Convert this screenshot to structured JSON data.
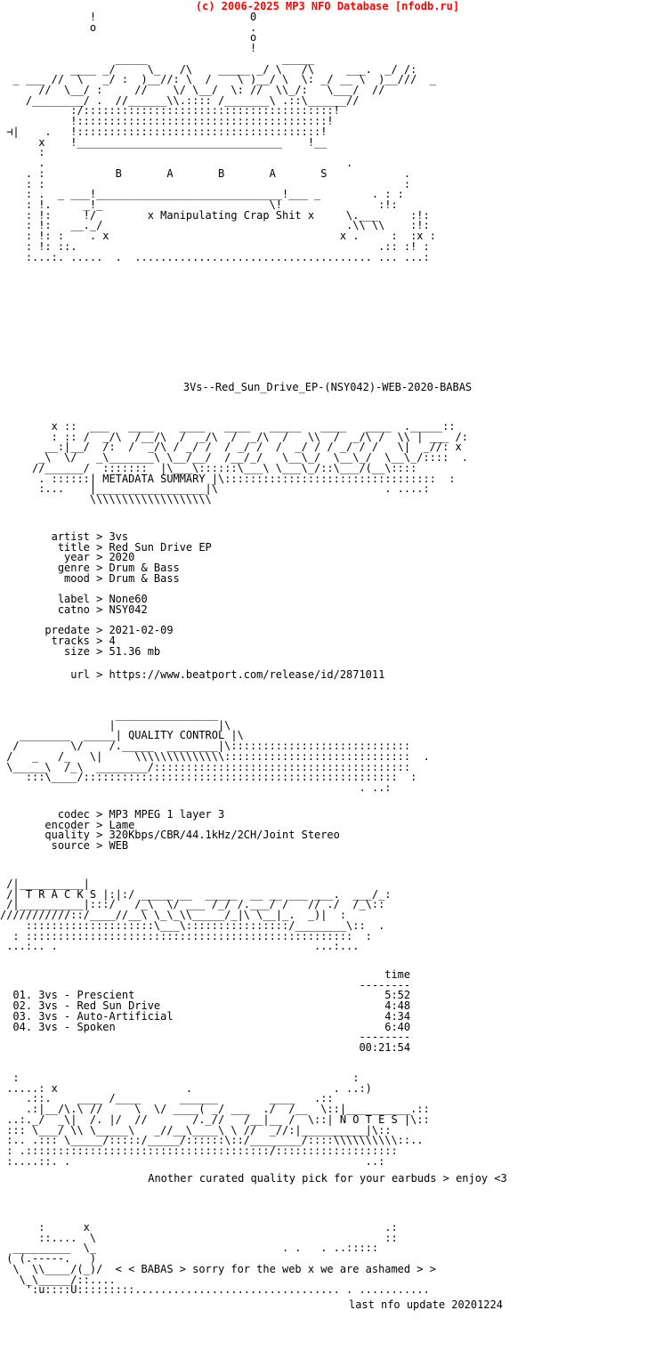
{
  "page": {
    "title": "3Vs--Red_Sun_Drive_EP-(NSY042)-WEB-2020-BABAS",
    "background_color": "#ffffff",
    "text_color": "#000000",
    "accent_color": "#ff0000"
  },
  "header": {
    "copyright": "(c) 2006-2025 MP3 NFO Database [nfodb.ru]"
  },
  "logo": {
    "group_letters": "B       A       B       A       S",
    "tagline": "x Manipulating Crap Shit x",
    "art": "              !                        0\n              o                        .\n                                       o\n                                       !\n                  _____                     _____\n           ____ _/     \\_   /\\    _____ _/ \\   /\\     ___.  _/ /:\n  _ ___ //  \\   _/ :  )__//: \\  /    \\ )__/ \\  \\: _/ __ \\  )__///  _\n      //  \\__/ :     //    \\/ \\__/  \\: //  \\\\_/:   \\___/  //\n    /________/ .  //______\\\\.:::: /_______\\ .::\\______//\n           :/:::::::::::::::::::::::::::::::::::::::!\n           !:::::::::::::::::::::::::::::::::::::::!\n ⊣|    .   !::::::::::::::::::::::::::::::::::::::!\n      x    !________________________________    !__\n      :\n      .                                               .\n    . :           B       A       B       A       S            .\n    : :                                                        :\n    : .  _ ___!_____________________________!___ _        . : :\n    : !.     _!_                          \\!               :!:\n    : !:     !/        x Manipulating Crap Shit x     \\.___     :!:\n    : !:   __._/                                      .\\\\ \\\\    :!:\n    : !: :    . x                                    x .     :  :x :\n    : !: ::.                                               .:: :! :\n    :...:. .....  .  ..................................... ... ...:"
  },
  "metadata_banner": {
    "label": "METADATA SUMMARY"
  },
  "metadata": {
    "fields": [
      {
        "key": "artist",
        "sep": ">",
        "value": "3vs"
      },
      {
        "key": "title",
        "sep": ">",
        "value": "Red Sun Drive EP"
      },
      {
        "key": "year",
        "sep": ">",
        "value": "2020"
      },
      {
        "key": "genre",
        "sep": ">",
        "value": "Drum & Bass"
      },
      {
        "key": "mood",
        "sep": ">",
        "value": "Drum & Bass"
      },
      {
        "key": "label",
        "sep": ">",
        "value": "None60"
      },
      {
        "key": "catno",
        "sep": ">",
        "value": "NSY042"
      },
      {
        "key": "predate",
        "sep": ">",
        "value": "2021-02-09"
      },
      {
        "key": "tracks",
        "sep": ">",
        "value": "4"
      },
      {
        "key": "size",
        "sep": ">",
        "value": "51.36 mb"
      }
    ],
    "block": "        artist > 3vs\n         title > Red Sun Drive EP\n          year > 2020\n         genre > Drum & Bass\n          mood > Drum & Bass\n\n         label > None60\n         catno > NSY042\n\n       predate > 2021-02-09\n        tracks > 4\n          size > 51.36 mb",
    "url_key": "url",
    "url_value": "https://www.beatport.com/release/id/2871011",
    "url_block": "           url > https://www.beatport.com/release/id/2871011"
  },
  "quality_banner": {
    "label": "QUALITY CONTROL"
  },
  "quality": {
    "fields": [
      {
        "key": "codec",
        "sep": ">",
        "value": "MP3 MPEG 1 layer 3"
      },
      {
        "key": "encoder",
        "sep": ">",
        "value": "Lame"
      },
      {
        "key": "quality",
        "sep": ">",
        "value": "320Kbps/CBR/44.1kHz/2CH/Joint Stereo"
      },
      {
        "key": "source",
        "sep": ">",
        "value": "WEB"
      }
    ],
    "block": "         codec > MP3 MPEG 1 layer 3\n       encoder > Lame\n       quality > 320Kbps/CBR/44.1kHz/2CH/Joint Stereo\n        source > WEB"
  },
  "tracks_banner": {
    "label": "T R A C K S"
  },
  "tracks": {
    "time_header": "time",
    "items": [
      {
        "num": "01.",
        "artist": "3vs",
        "title": "Prescient",
        "time": "5:52"
      },
      {
        "num": "02.",
        "artist": "3vs",
        "title": "Red Sun Drive",
        "time": "4:48"
      },
      {
        "num": "03.",
        "artist": "3vs",
        "title": "Auto-Artificial",
        "time": "4:34"
      },
      {
        "num": "04.",
        "artist": "3vs",
        "title": "Spoken",
        "time": "6:40"
      }
    ],
    "total_time": "00:21:54",
    "block": "                                                            time\n                                                        --------\n  01. 3vs - Prescient                                       5:52\n  02. 3vs - Red Sun Drive                                   4:48\n  03. 3vs - Auto-Artificial                                 4:34\n  04. 3vs - Spoken                                          6:40\n                                                        --------\n                                                        00:21:54"
  },
  "notes_banner": {
    "label": "N O T E S"
  },
  "notes": {
    "text": "Another curated quality pick for your earbuds > enjoy <3"
  },
  "footer": {
    "greet": "< < BABAS > sorry for the web x we are ashamed > >",
    "last_update_label": "last nfo update",
    "last_update_value": "20201224",
    "last_update_line": "last nfo update 20201224"
  },
  "ascii": {
    "meta_banner": "        x ::  ___   ____    ____   ____   _____   ____   ____  ._____::\n        : :: /  _/\\  /__/\\  /  _/\\  /  _/\\  /   \\\\  /  _/\\ /  \\\\ | ___ /:\n       __:|__/  /:  /  _/\\ / _/ /  / _/ /  /  _/ / / _/ / /   \\|  _//: x\n      _\\  \\/   _\\_______\\ \\__/__/  /__/_/   \\__\\_/  \\__\\_/  \\__\\_/::::  .\n     //______/  :::::::  |\\___\\::::::\\___\\ \\___\\_/::\\___/(__\\::::\n      . ::::::| METADATA SUMMARY |\\:::::::::::::::::::::::::::::::::  :\n      :...    |_________________|\\                          . ....:\n              \\\\\\\\\\\\\\\\\\\\\\\\\\\\\\\\\\\\\\",
    "qc_banner": "                  ________________\n                 |                |\\\n   ________  _____| QUALITY CONTROL |\\\n  /        \\/    /._____  ________|\\::::::::::::::::::::::::::::\n /   _   /_   \\|     \\\\\\\\\\\\\\\\\\\\\\\\\\\\:::::::::::::::::::::::::::::  .\n \\_____\\  /_\\  ________/::::::::::::::::::::::::::::::::::::::::\n    :::\\____/:::::::::::::::::::::::::::::::::::::::::::::::::  :\n                                                        . ..:",
    "tracks_banner": " /|__________|\n /| T R A C K S |:|:/ _____ __  _____  __ __ ___ ___.  ___/_:\n /|__________|:::/   /_\\  \\/ ___ /_/ /.___/ /   // ./  /_\\::\n///////////::/____//__\\ \\_\\_\\\\_____/_|\\ \\__|_.  _)|  :\n    ::::::::::::::::::::\\___\\::::::::::::::::/________\\::  .\n  : :::::::::::::::::::::::::::::::::::::::::::::::::::  :\n ...:.. .                                        ...:...",
    "notes_banner": "  :                                                    :\n .....: x                    .                      . ..:)\n    .::.    ____ /____      ______        ____   .::\n    .:|__/\\.\\ //     \\  \\/ ____( _/ ___  ./  /__  \\::|__________.::\n ..:._/  _\\|  /. |/  //       /._//   /__|__ /  \\::| N O T E S |\\::\n ::: \\___/ \\\\ \\_____\\   _//__\\____\\ \\ //  _//:|__________|\\::\n :.. .::: \\_____/:::::/_____/::::::\\::/________/::::\\\\\\\\\\\\\\\\\\\\::..\n : .::::::::::::::::::::::::::::::::::::::/:::::::::::::::::::\n :....::. .                                              ..:",
    "footer_art": "      :      x                                              .:\n      ::....  \\                                             ::\n  _________  \\_                             . .   . ..:::::\n ( (.-----.   )\n  \\  \\\\____/(_)/  < < BABAS > sorry for the web x we are ashamed > >\n   \\_\\_____/::....\n    ':u::::U:::::::::................................ . ..........."
  }
}
